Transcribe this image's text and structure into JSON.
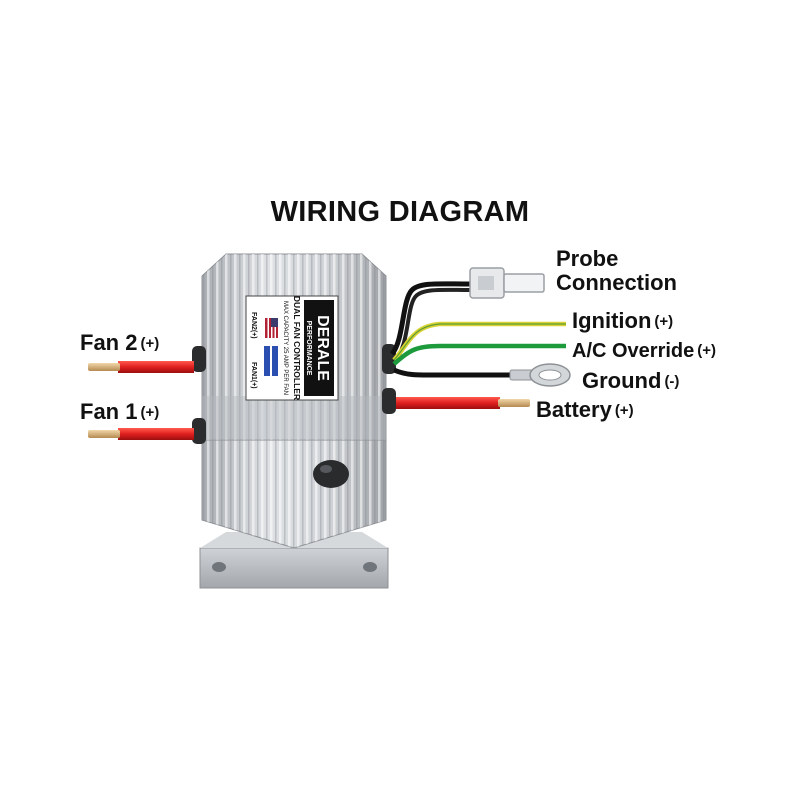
{
  "title": "WIRING DIAGRAM",
  "labels": {
    "probe_line1": "Probe",
    "probe_line2": "Connection",
    "ignition": "Ignition",
    "ignition_pol": "(+)",
    "ac_override": "A/C Override",
    "ac_override_pol": "(+)",
    "ground": "Ground",
    "ground_pol": "(-)",
    "battery": "Battery",
    "battery_pol": "(+)",
    "fan2": "Fan 2",
    "fan2_pol": "(+)",
    "fan1": "Fan 1",
    "fan1_pol": "(+)"
  },
  "device_label": {
    "brand_line1": "DERALE",
    "brand_line2": "PERFORMANCE",
    "product_line1": "DUAL FAN CONTROLLER",
    "product_line2": "MAX CAPACITY 25 AMP PER FAN",
    "fan2_tag": "FAN2(+)",
    "fan1_tag": "FAN1(+)"
  },
  "colors": {
    "wire_red": "#e01f1f",
    "wire_yellow": "#d8d233",
    "wire_green": "#1c9a3c",
    "wire_black": "#111111",
    "housing": "#c9ccd0",
    "terminal": "#d9b27c"
  }
}
